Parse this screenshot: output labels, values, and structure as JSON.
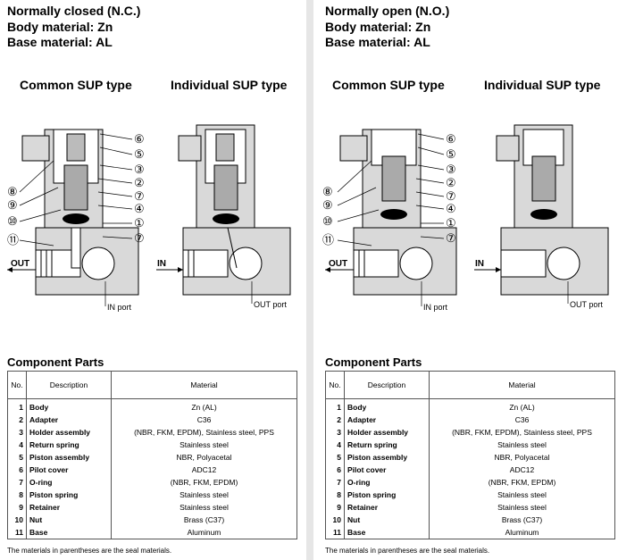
{
  "left": {
    "title": "Normally closed (N.C.)",
    "body_material": "Body material: Zn",
    "base_material": "Base material: AL",
    "diagram_a_title": "Common SUP type",
    "diagram_b_title": "Individual SUP type",
    "port_a_label": "OUT",
    "port_a_callout": "IN port",
    "port_b_label": "IN",
    "port_b_callout": "OUT port"
  },
  "right": {
    "title": "Normally open (N.O.)",
    "body_material": "Body material: Zn",
    "base_material": "Base material: AL",
    "diagram_a_title": "Common SUP type",
    "diagram_b_title": "Individual SUP type",
    "port_a_label": "OUT",
    "port_a_callout": "IN port",
    "port_b_label": "IN",
    "port_b_callout": "OUT port"
  },
  "components": {
    "title": "Component Parts",
    "headers": [
      "No.",
      "Description",
      "Material"
    ],
    "rows": [
      {
        "no": "1",
        "desc": "Body",
        "material": "Zn (AL)"
      },
      {
        "no": "2",
        "desc": "Adapter",
        "material": "C36"
      },
      {
        "no": "3",
        "desc": "Holder assembly",
        "material": "(NBR, FKM, EPDM), Stainless steel, PPS"
      },
      {
        "no": "4",
        "desc": "Return spring",
        "material": "Stainless steel"
      },
      {
        "no": "5",
        "desc": "Piston assembly",
        "material": "NBR, Polyacetal"
      },
      {
        "no": "6",
        "desc": "Pilot cover",
        "material": "ADC12"
      },
      {
        "no": "7",
        "desc": "O-ring",
        "material": "(NBR, FKM, EPDM)"
      },
      {
        "no": "8",
        "desc": "Piston spring",
        "material": "Stainless steel"
      },
      {
        "no": "9",
        "desc": "Retainer",
        "material": "Stainless steel"
      },
      {
        "no": "10",
        "desc": "Nut",
        "material": "Brass (C37)"
      },
      {
        "no": "11",
        "desc": "Base",
        "material": "Aluminum"
      }
    ],
    "note": "The materials in parentheses are the seal materials."
  },
  "callouts_right": [
    "⑥",
    "⑤",
    "③",
    "②",
    "⑦",
    "④",
    "①",
    "⑦"
  ],
  "callouts_left": [
    "⑧",
    "⑨",
    "⑩",
    "⑪"
  ]
}
